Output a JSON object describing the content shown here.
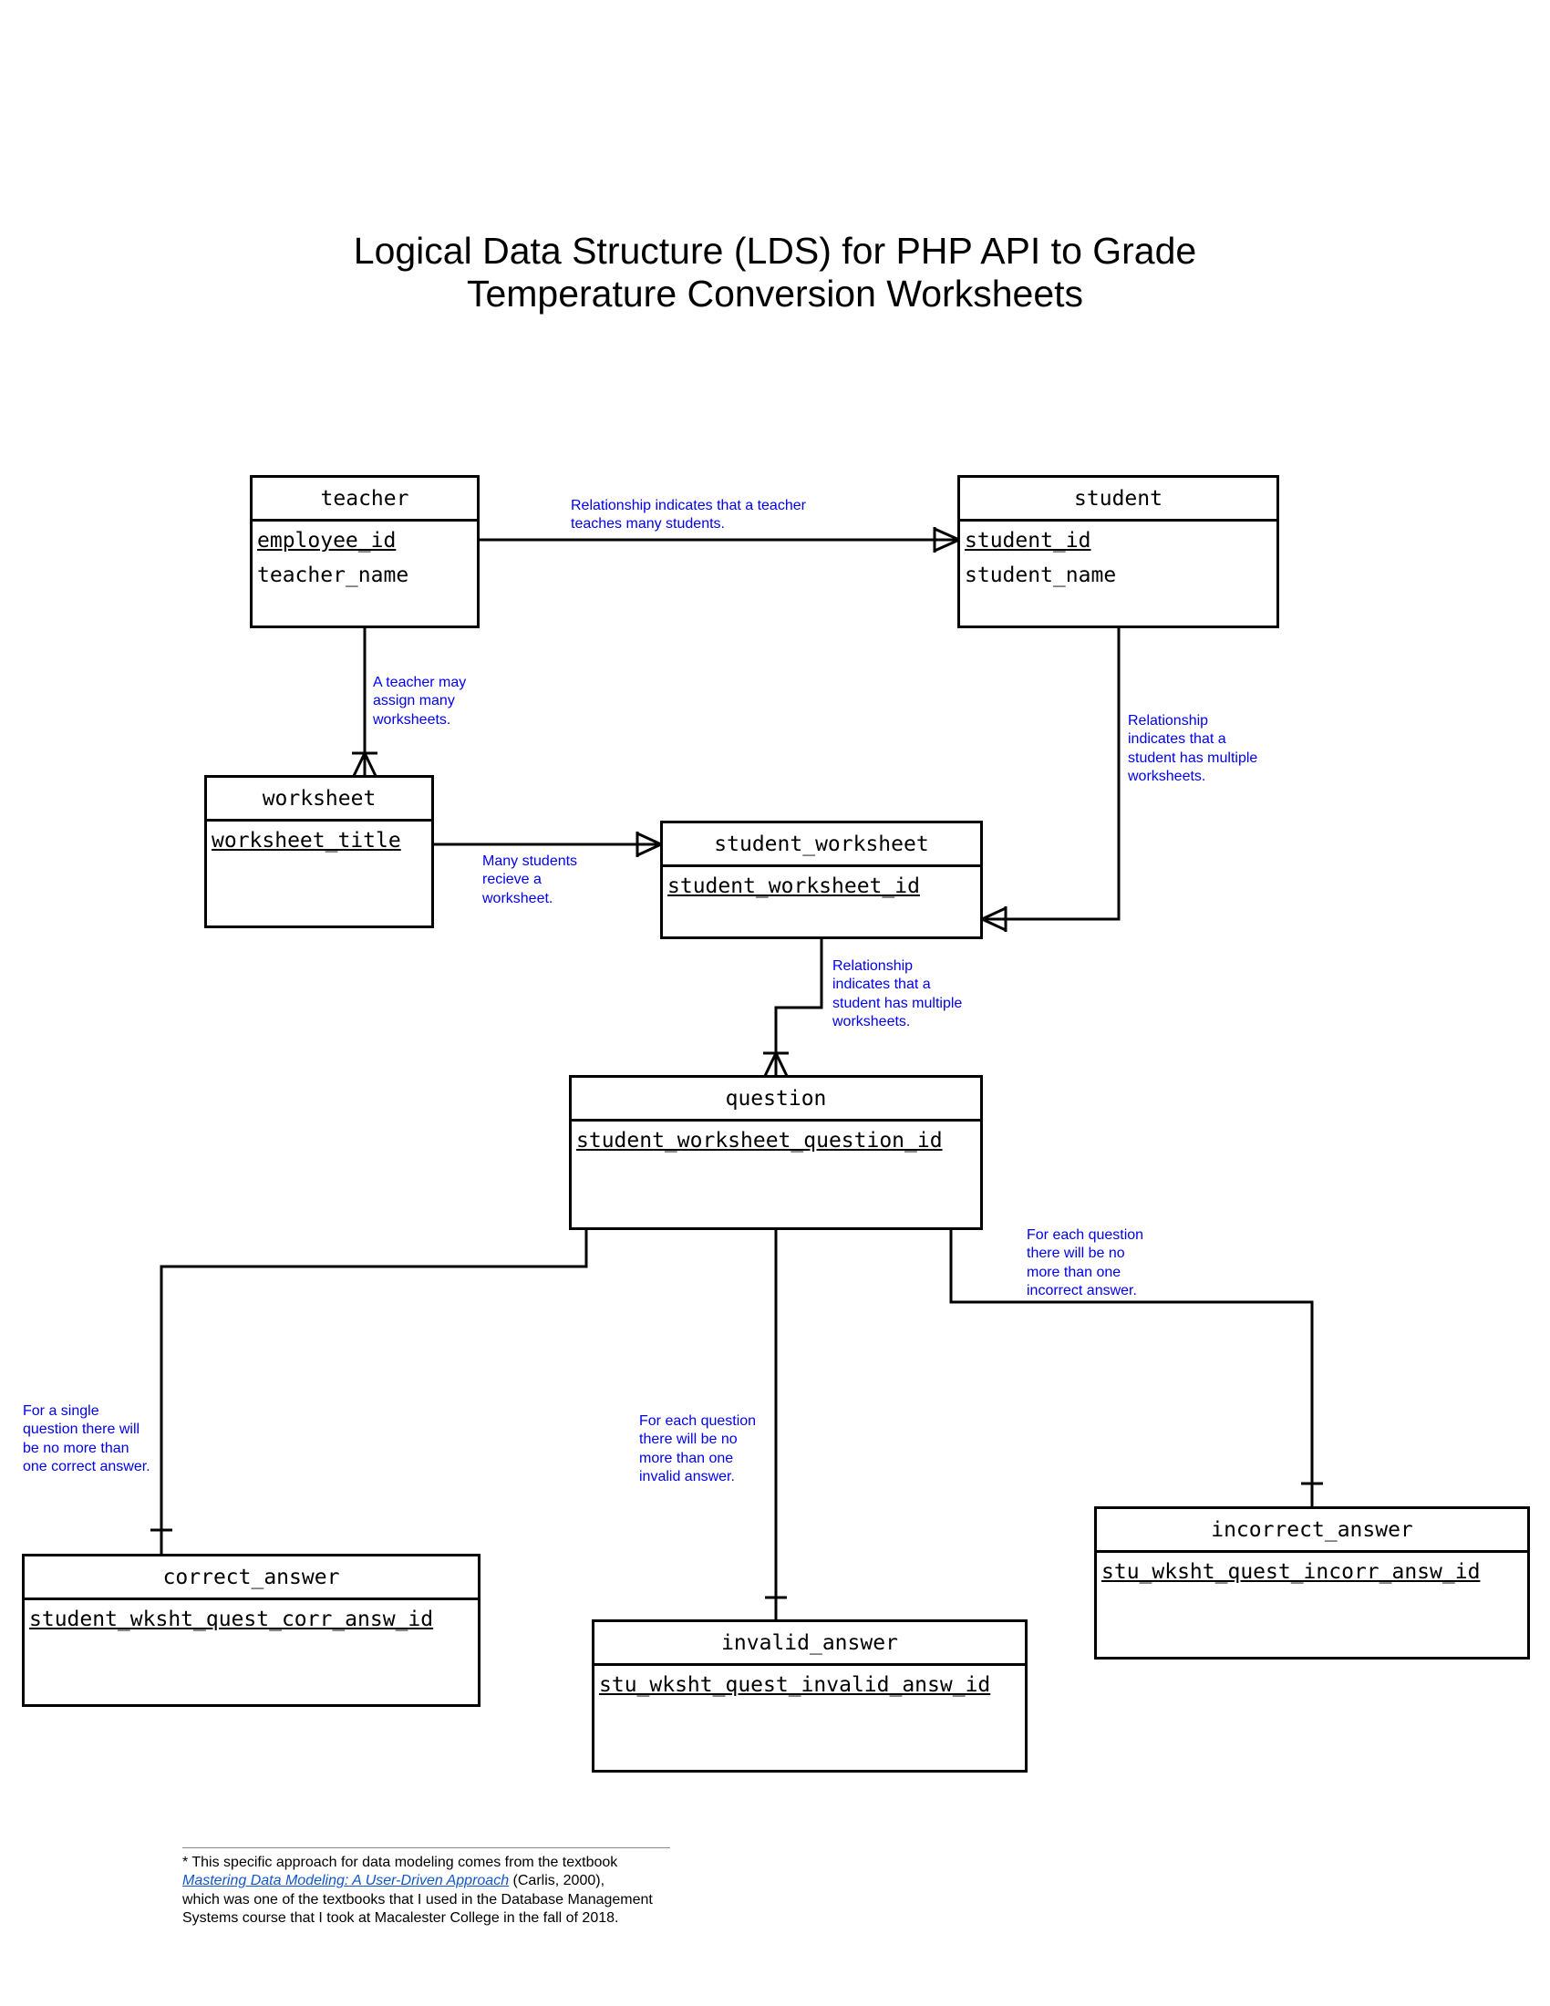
{
  "title": {
    "line1": "Logical Data Structure (LDS) for PHP API to Grade",
    "line2": "Temperature Conversion Worksheets"
  },
  "entities": {
    "teacher": {
      "name": "teacher",
      "attrs": [
        "employee_id",
        "teacher_name"
      ]
    },
    "student": {
      "name": "student",
      "attrs": [
        "student_id",
        "student_name"
      ]
    },
    "worksheet": {
      "name": "worksheet",
      "attrs": [
        "worksheet_title"
      ]
    },
    "student_worksheet": {
      "name": "student_worksheet",
      "attrs": [
        "student_worksheet_id"
      ]
    },
    "question": {
      "name": "question",
      "attrs": [
        "student_worksheet_question_id"
      ]
    },
    "correct_answer": {
      "name": "correct_answer",
      "attrs": [
        "student_wksht_quest_corr_answ_id"
      ]
    },
    "invalid_answer": {
      "name": "invalid_answer",
      "attrs": [
        "stu_wksht_quest_invalid_answ_id"
      ]
    },
    "incorrect_answer": {
      "name": "incorrect_answer",
      "attrs": [
        "stu_wksht_quest_incorr_answ_id"
      ]
    }
  },
  "relationships": {
    "teacher_student": [
      "Relationship indicates that a teacher",
      "teaches many students."
    ],
    "teacher_worksheet": [
      "A teacher may",
      "assign many",
      "worksheets."
    ],
    "student_student_worksheet": [
      "Relationship",
      "indicates that a",
      "student has multiple",
      "worksheets."
    ],
    "worksheet_student_worksheet": [
      "Many students",
      "recieve a",
      "worksheet."
    ],
    "student_worksheet_question": [
      "Relationship",
      "indicates that a",
      "student has multiple",
      "worksheets."
    ],
    "question_correct_answer": [
      "For a single",
      "question there will",
      "be no more than",
      "one correct answer."
    ],
    "question_invalid_answer": [
      "For each question",
      "there will be no",
      "more than one",
      "invalid answer."
    ],
    "question_incorrect_answer": [
      "For each question",
      "there will be no",
      "more than one",
      "incorrect answer."
    ]
  },
  "footnote": {
    "prefix": "* This specific approach for data modeling comes from the textbook",
    "book_title": "Mastering Data Modeling: A User-Driven Approach",
    "citation": " (Carlis, 2000),",
    "rest": "which was one of the textbooks that I used in the Database Management Systems course that I took at Macalester College in the fall of 2018."
  },
  "colors": {
    "lines": "#000000",
    "notes": "#0000ee",
    "link": "#1155cc"
  }
}
